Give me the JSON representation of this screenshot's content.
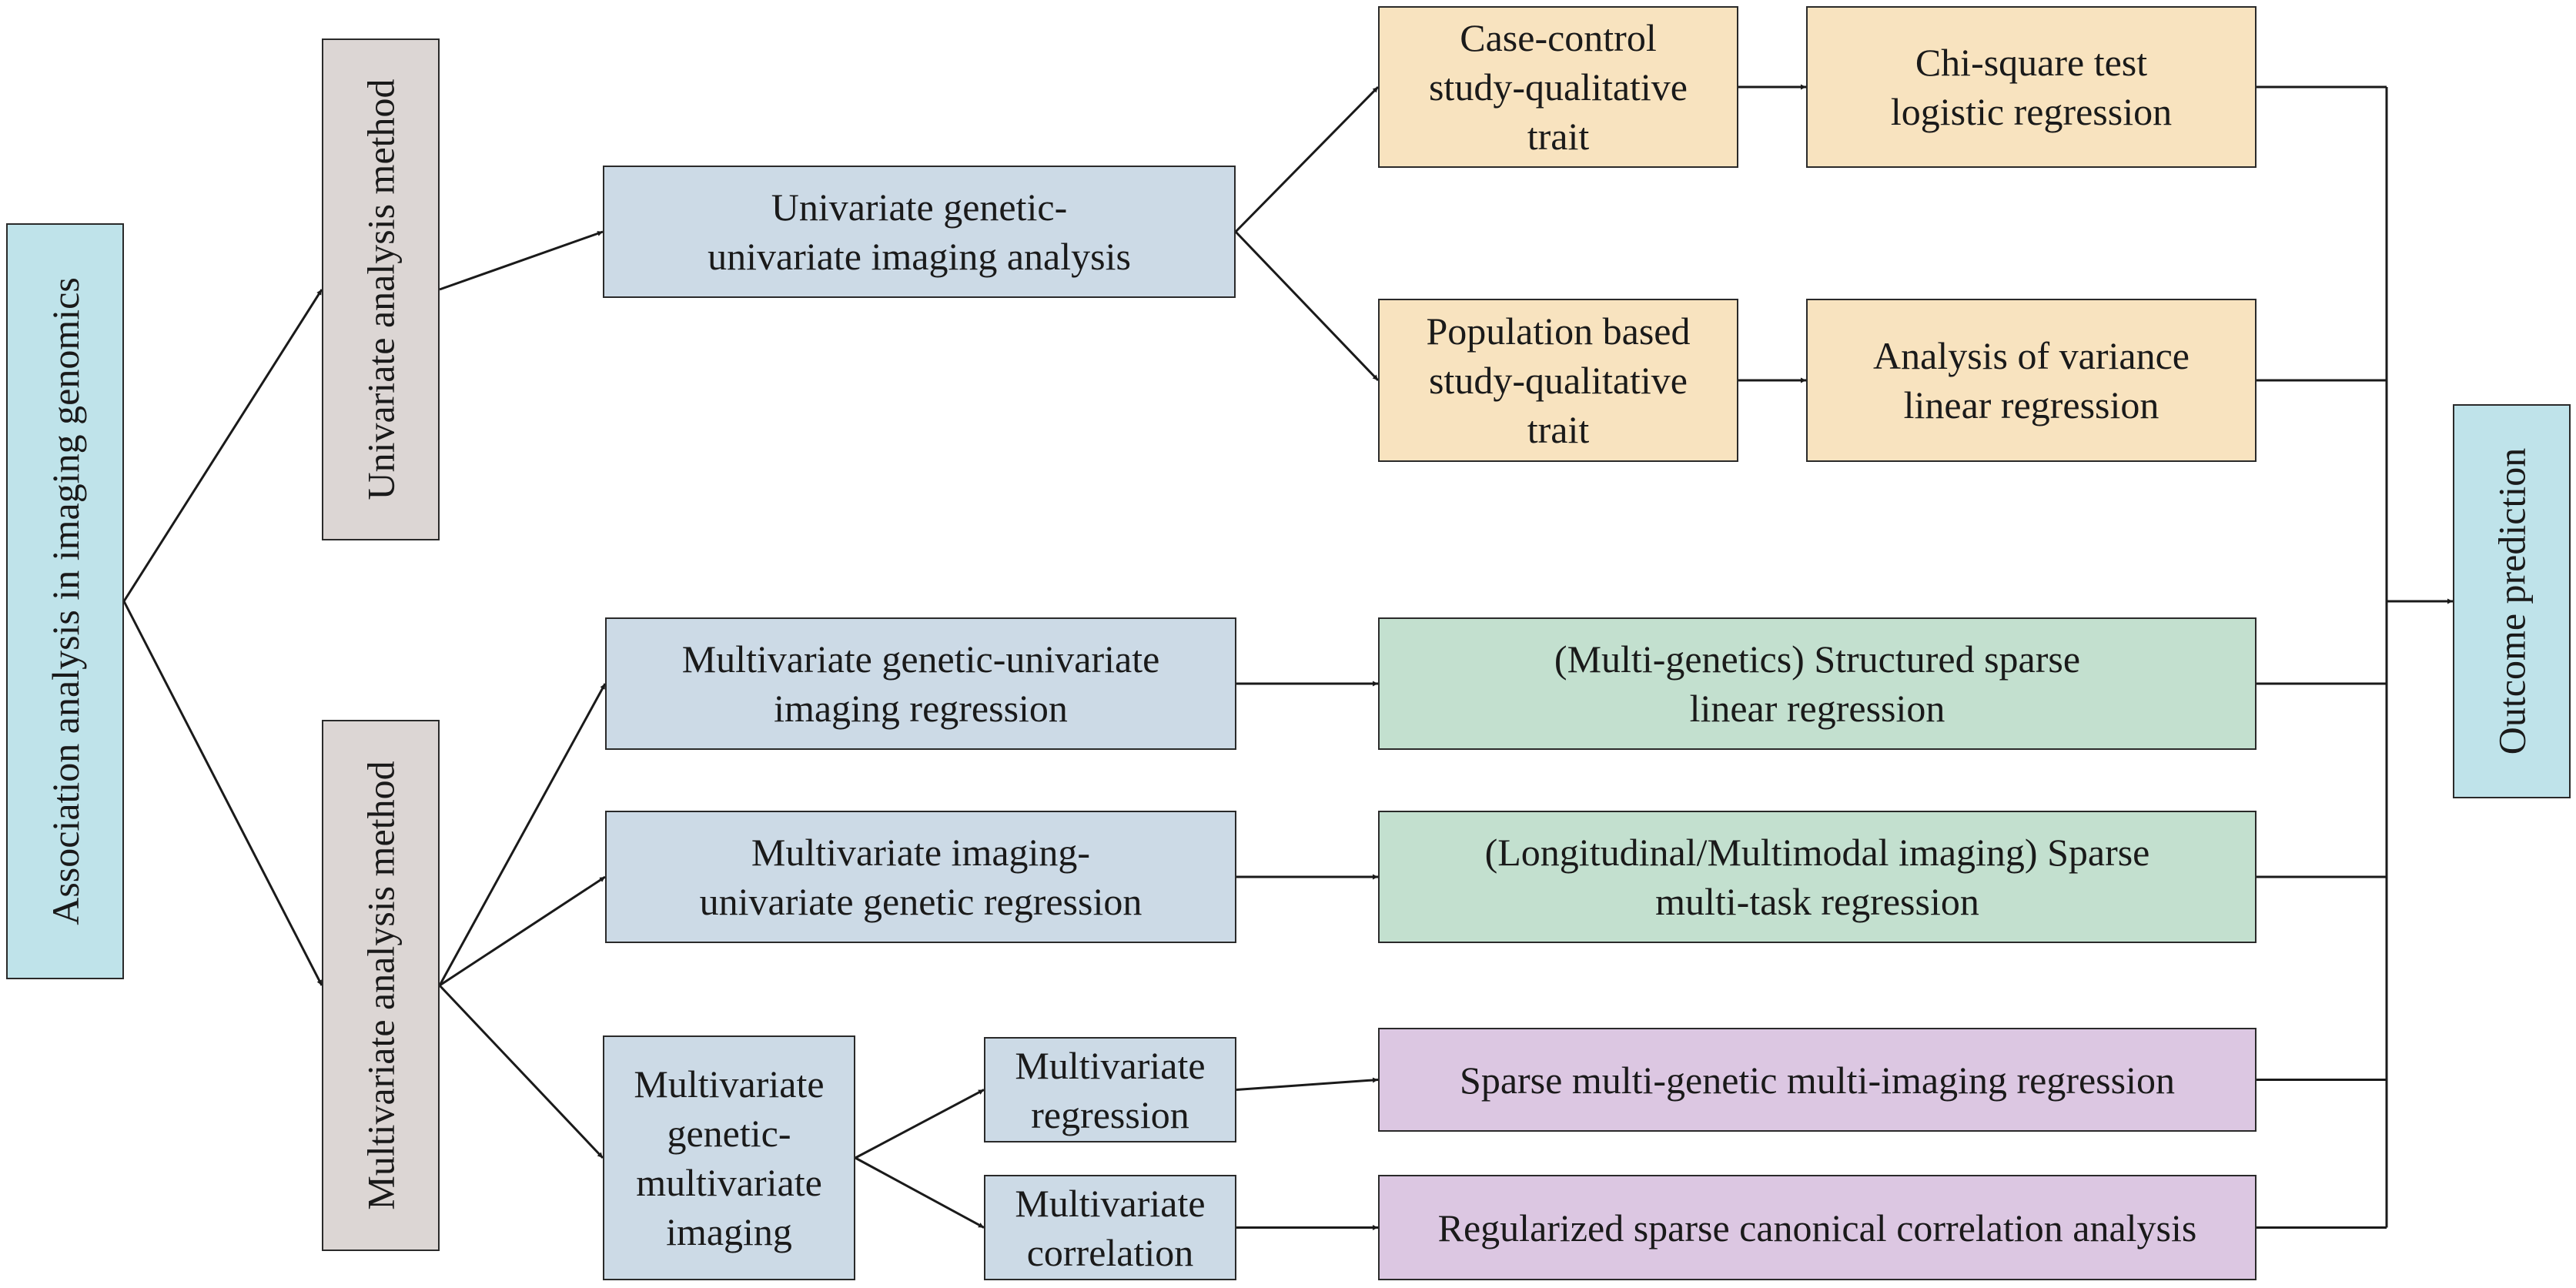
{
  "nodes": {
    "root": {
      "lines": [
        "Association analysis in imaging genomics"
      ],
      "color": "#bfe3ea"
    },
    "univariate_method": {
      "lines": [
        "Univariate analysis method"
      ],
      "color": "#dcd6d4"
    },
    "multivariate_method": {
      "lines": [
        "Multivariate analysis method"
      ],
      "color": "#dcd6d4"
    },
    "uni_gen_uni_img": {
      "lines": [
        "Univariate genetic-",
        "univariate imaging analysis"
      ],
      "color": "#ccdae6"
    },
    "case_control": {
      "lines": [
        "Case-control",
        "study-qualitative",
        "trait"
      ],
      "color": "#f8e3bf"
    },
    "chi_square": {
      "lines": [
        "Chi-square test",
        "logistic regression"
      ],
      "color": "#f8e3bf"
    },
    "population_based": {
      "lines": [
        "Population based",
        "study-qualitative",
        "trait"
      ],
      "color": "#f8e3bf"
    },
    "anova": {
      "lines": [
        "Analysis of variance",
        "linear regression"
      ],
      "color": "#f8e3bf"
    },
    "multi_gen_uni_img": {
      "lines": [
        "Multivariate genetic-univariate",
        "imaging regression"
      ],
      "color": "#ccdae6"
    },
    "multi_img_uni_gen": {
      "lines": [
        "Multivariate imaging-",
        "univariate genetic regression"
      ],
      "color": "#ccdae6"
    },
    "multi_gen_multi_img": {
      "lines": [
        "Multivariate",
        "genetic-",
        "multivariate",
        "imaging"
      ],
      "color": "#ccdae6"
    },
    "multi_regression": {
      "lines": [
        "Multivariate",
        "regression"
      ],
      "color": "#ccdae6"
    },
    "multi_correlation": {
      "lines": [
        "Multivariate",
        "correlation"
      ],
      "color": "#ccdae6"
    },
    "structured_sparse": {
      "lines": [
        "(Multi-genetics) Structured sparse",
        "linear regression"
      ],
      "color": "#c3e0cf"
    },
    "sparse_multitask": {
      "lines": [
        "(Longitudinal/Multimodal imaging) Sparse",
        "multi-task regression"
      ],
      "color": "#c3e0cf"
    },
    "sparse_mgmi": {
      "lines": [
        "Sparse multi-genetic multi-imaging regression"
      ],
      "color": "#dcc7e2"
    },
    "rscca": {
      "lines": [
        "Regularized sparse canonical correlation analysis"
      ],
      "color": "#dcc7e2"
    },
    "outcome": {
      "lines": [
        "Outcome prediction"
      ],
      "color": "#bfe3ea"
    }
  },
  "edges": [
    [
      "root",
      "univariate_method"
    ],
    [
      "root",
      "multivariate_method"
    ],
    [
      "univariate_method",
      "uni_gen_uni_img"
    ],
    [
      "uni_gen_uni_img",
      "case_control"
    ],
    [
      "uni_gen_uni_img",
      "population_based"
    ],
    [
      "case_control",
      "chi_square"
    ],
    [
      "population_based",
      "anova"
    ],
    [
      "multivariate_method",
      "multi_gen_uni_img"
    ],
    [
      "multivariate_method",
      "multi_img_uni_gen"
    ],
    [
      "multivariate_method",
      "multi_gen_multi_img"
    ],
    [
      "multi_gen_multi_img",
      "multi_regression"
    ],
    [
      "multi_gen_multi_img",
      "multi_correlation"
    ],
    [
      "multi_gen_uni_img",
      "structured_sparse"
    ],
    [
      "multi_img_uni_gen",
      "sparse_multitask"
    ],
    [
      "multi_regression",
      "sparse_mgmi"
    ],
    [
      "multi_correlation",
      "rscca"
    ]
  ],
  "merge": {
    "sources": [
      "chi_square",
      "anova",
      "structured_sparse",
      "sparse_multitask",
      "sparse_mgmi",
      "rscca"
    ],
    "target": "outcome"
  }
}
